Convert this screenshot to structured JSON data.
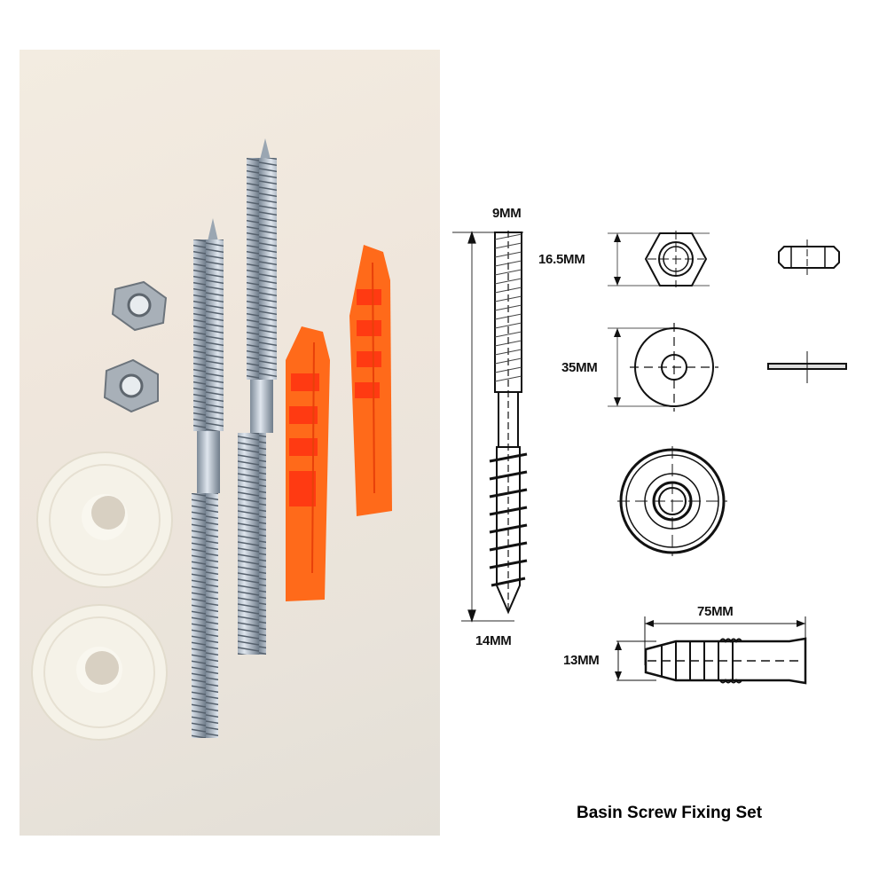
{
  "title": "Basin Screw Fixing Set",
  "photo": {
    "description": "Product photo of basin screw fixing set",
    "items": [
      "hex-nut",
      "hex-nut",
      "screw-bolt",
      "screw-bolt",
      "wall-plug",
      "wall-plug",
      "cover-washer",
      "cover-washer"
    ]
  },
  "drawing": {
    "screw": {
      "top_label": "9MM",
      "bottom_label": "14MM"
    },
    "nut": {
      "label": "16.5MM"
    },
    "washer": {
      "label": "35MM"
    },
    "wall_plug": {
      "length_label": "75MM",
      "diameter_label": "13MM"
    }
  },
  "colors": {
    "photo_bg": "#efe6dc",
    "plug_orange": "#ff6a1a",
    "plug_shadow": "#ff3a10",
    "washer_white": "#f4f1e6",
    "metal": "#a9b6c2",
    "line": "#111111"
  }
}
